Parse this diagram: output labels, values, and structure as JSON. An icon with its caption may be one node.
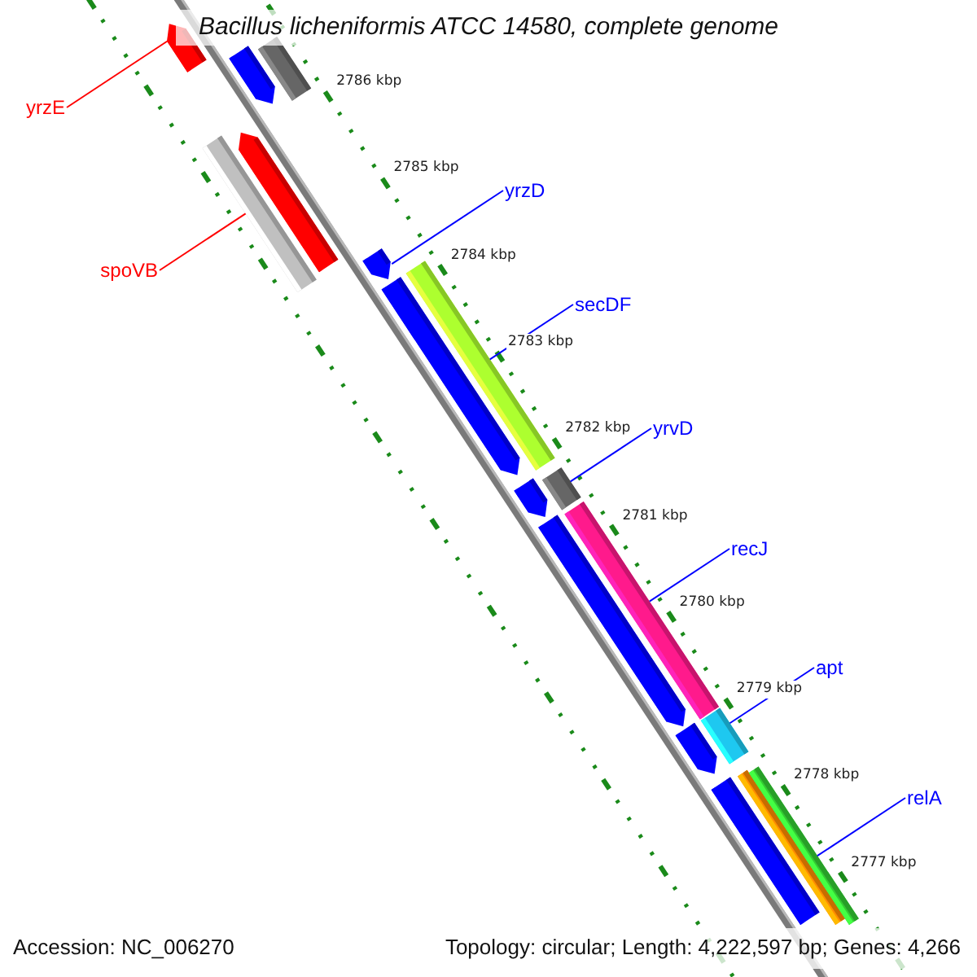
{
  "diagram": {
    "title": "Bacillus licheniformis ATCC 14580, complete genome",
    "nodes": [
      {
        "text": [
          "yrzE"
        ]
      },
      {
        "text": [
          "spoVB"
        ]
      },
      {
        "text": [
          "yrzD"
        ]
      },
      {
        "text": [
          "secDF"
        ]
      },
      {
        "text": [
          "yrvD"
        ]
      },
      {
        "text": [
          "recJ"
        ]
      },
      {
        "text": [
          "apt"
        ]
      },
      {
        "text": [
          "relA"
        ]
      },
      {
        "text": [],
        "shape": "bar"
      },
      {
        "text": [],
        "shape": "bar"
      },
      {
        "text": [],
        "shape": "bar"
      },
      {
        "text": [],
        "shape": "bar"
      },
      {
        "text": [],
        "shape": "bar"
      },
      {
        "text": [],
        "shape": "bar"
      },
      {
        "text": [],
        "shape": "bar"
      },
      {
        "text": [],
        "shape": "bar"
      },
      {
        "text": [],
        "shape": "bar"
      },
      {
        "text": [],
        "shape": "bar"
      },
      {
        "text": [],
        "shape": "bar"
      },
      {
        "text": [],
        "shape": "bar"
      },
      {
        "text": [],
        "shape": "bar"
      },
      {
        "text": [],
        "shape": "bar"
      },
      {
        "text": [],
        "shape": "bar"
      },
      {
        "text": [],
        "shape": "bar"
      },
      {
        "text": [],
        "shape": "bar"
      }
    ],
    "edges": [
      {
        "from": 0,
        "to": 8,
        "arrow": "none",
        "color": "#ff0000"
      },
      {
        "from": 1,
        "to": 11,
        "arrow": "none",
        "color": "#ff0000"
      },
      {
        "from": 2,
        "to": 13,
        "arrow": "none"
      },
      {
        "from": 3,
        "to": 15,
        "arrow": "none"
      },
      {
        "from": 4,
        "to": 17,
        "arrow": "none"
      },
      {
        "from": 5,
        "to": 19,
        "arrow": "none"
      },
      {
        "from": 6,
        "to": 21,
        "arrow": "none"
      },
      {
        "from": 7,
        "to": 24,
        "arrow": "none"
      }
    ],
    "labels": [
      "2786 kbp",
      "2785 kbp",
      "2784 kbp",
      "2783 kbp",
      "2782 kbp",
      "2781 kbp",
      "2780 kbp",
      "2779 kbp",
      "2778 kbp",
      "2777 kbp",
      "Accession: NC_006270",
      "Topology: circular; Length: 4,222,597 bp; Genes: 4,266"
    ]
  }
}
